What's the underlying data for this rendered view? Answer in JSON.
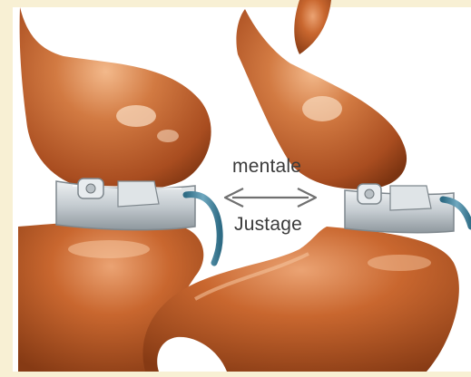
{
  "image": {
    "label_top": "mentale",
    "label_bottom": "Justage",
    "arrow_icon": "double-headed-arrow",
    "colors": {
      "background": "#f8f0d4",
      "stomach": "#c3642e",
      "band": "#c8ced2",
      "tube": "#4e8ba3",
      "label_text": "#3b3b3b"
    }
  }
}
